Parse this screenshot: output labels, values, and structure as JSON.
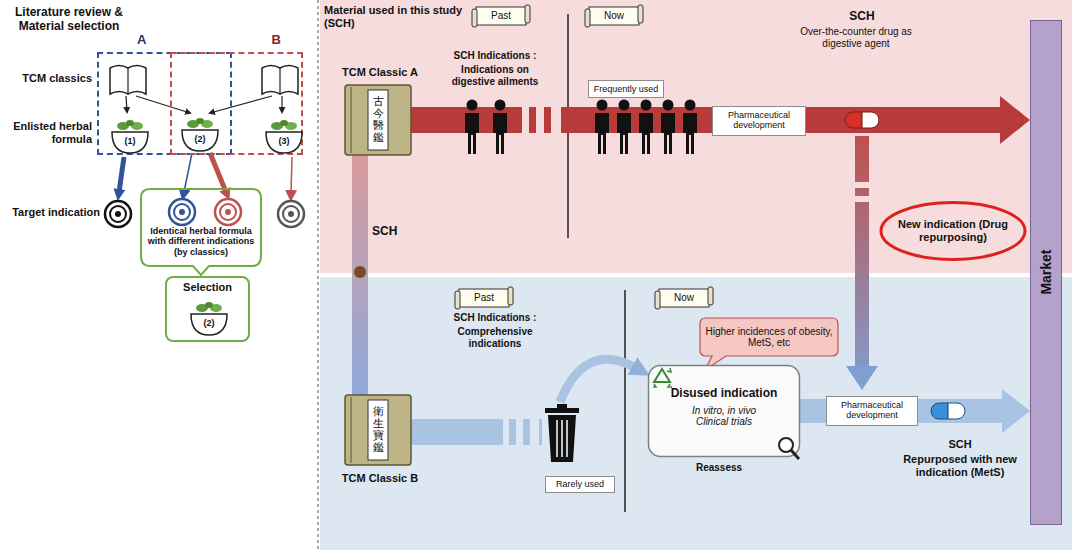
{
  "diagram": {
    "nodes": [
      {
        "text": [
          "A"
        ]
      },
      {
        "text": [
          "(1)"
        ],
        "in": 0
      },
      {
        "text": [
          "(2)"
        ]
      },
      {
        "text": [
          "B"
        ]
      },
      {
        "text": [
          "(3)"
        ],
        "in": 3
      },
      {
        "text": [
          "Identical herbal formula with different indications (by classics)"
        ]
      },
      {
        "text": [
          "Selection"
        ]
      },
      {
        "text": [
          "(2)"
        ],
        "in": 6
      },
      {
        "text": [
          "Material used in this study (SCH)"
        ]
      },
      {
        "text": [
          "Past"
        ],
        "in": 8
      },
      {
        "text": [
          "Now"
        ],
        "in": 8
      },
      {
        "text": [
          "古今醫鑑"
        ],
        "in": 8
      },
      {
        "text": [
          "Frequently used"
        ],
        "in": 8
      },
      {
        "text": [
          "Pharmaceutical development"
        ],
        "in": 8
      },
      {
        "text": [
          "New indication (Drug repurposing)"
        ],
        "in": 8
      },
      {
        "text": [
          "Market"
        ]
      },
      {
        "text": [
          "Past"
        ]
      },
      {
        "text": [
          "Now"
        ]
      },
      {
        "text": [
          "衛生寶鑑"
        ]
      },
      {
        "text": [
          "Rarely used"
        ]
      },
      {
        "text": [
          "Higher incidences of obesity, MetS, etc"
        ]
      },
      {
        "text": [
          "Disused indication",
          "In vitro, in vivo Clinical trials"
        ]
      },
      {
        "text": [
          "Pharmaceutical development"
        ]
      }
    ],
    "edges": [
      {
        "from": 11,
        "to": 15,
        "arrow": "to"
      },
      {
        "from": 11,
        "to": 18,
        "label": "SCH",
        "arrow": "none"
      },
      {
        "from": 21,
        "to": 15,
        "arrow": "to"
      }
    ],
    "labels": [
      "Literature review & Material selection",
      "TCM classics",
      "Enlisted herbal formula",
      "Target indication",
      "TCM Classic A",
      "SCH Indications :",
      "Indications on digestive ailments",
      "SCH",
      "Over-the-counter drug as digestive agent",
      "SCH Indications :",
      "Comprehensive indications",
      "Reassess",
      "TCM Classic B",
      "SCH",
      "Repurposed with new indication (MetS)"
    ]
  }
}
